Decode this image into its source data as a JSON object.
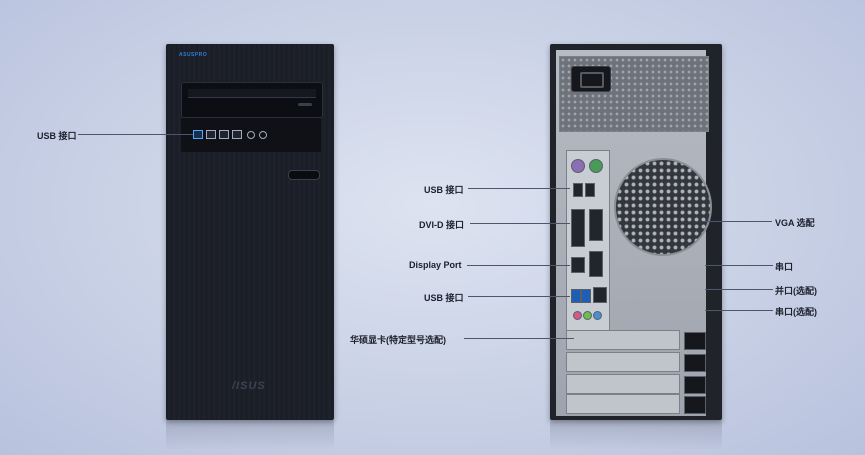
{
  "front": {
    "brand_small": "ASUSPRO",
    "brand_logo": "/ISUS",
    "label_usb": "USB 接口"
  },
  "rear": {
    "labels_left": {
      "usb_top": "USB 接口",
      "dvid": "DVI-D 接口",
      "display_port": "Display Port",
      "usb_bottom": "USB 接口",
      "gpu": "华硕显卡(特定型号选配)"
    },
    "labels_right": {
      "vga": "VGA 选配",
      "serial": "串口",
      "parallel": "并口(选配)",
      "serial_optional": "串口(选配)"
    }
  }
}
